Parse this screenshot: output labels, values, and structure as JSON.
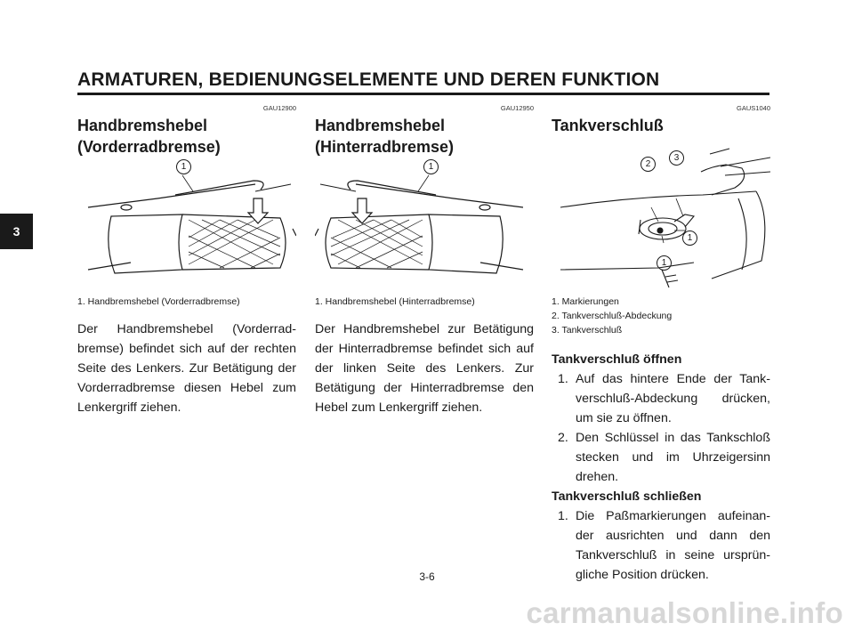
{
  "header": {
    "title": "ARMATUREN, BEDIENUNGSELEMENTE UND DEREN FUNKTION"
  },
  "side_tab": {
    "label": "3"
  },
  "columns": [
    {
      "code": "GAU12900",
      "title_line1": "Handbremshebel",
      "title_line2": "(Vorderradbremse)",
      "callouts": [
        "1"
      ],
      "captions": [
        "1. Handbremshebel (Vorderradbremse)"
      ],
      "body": "Der Handbremshebel (Vorderrad-bremse) befindet sich auf der rechten Seite des Lenkers. Zur Betätigung der Vorderradbremse diesen Hebel zum Lenkergriff ziehen."
    },
    {
      "code": "GAU12950",
      "title_line1": "Handbremshebel",
      "title_line2": "(Hinterradbremse)",
      "callouts": [
        "1"
      ],
      "captions": [
        "1. Handbremshebel (Hinterradbremse)"
      ],
      "body": "Der Handbremshebel zur Betätigung der Hinterradbremse befindet sich auf der linken Seite des Lenkers. Zur Betätigung der Hinterradbremse den Hebel zum Lenkergriff ziehen."
    },
    {
      "code": "GAUS1040",
      "title_line1": "Tankverschluß",
      "callouts": [
        "2",
        "3",
        "1",
        "1"
      ],
      "captions": [
        "1. Markierungen",
        "2. Tankverschluß-Abdeckung",
        "3. Tankverschluß"
      ],
      "open": {
        "heading": "Tankverschluß öffnen",
        "steps": [
          {
            "num": "1.",
            "text": "Auf das hintere Ende der Tank-verschluß-Abdeckung drücken, um sie zu öffnen."
          },
          {
            "num": "2.",
            "text": "Den Schlüssel in das Tankschloß stecken und im Uhrzeigersinn drehen."
          }
        ]
      },
      "close": {
        "heading": "Tankverschluß schließen",
        "steps": [
          {
            "num": "1.",
            "text": "Die Paßmarkierungen aufeinan-der ausrichten und dann den Tankverschluß in seine ursprün-gliche Position drücken."
          }
        ]
      }
    }
  ],
  "page_number": "3-6",
  "watermark": "carmanualsonline.info"
}
